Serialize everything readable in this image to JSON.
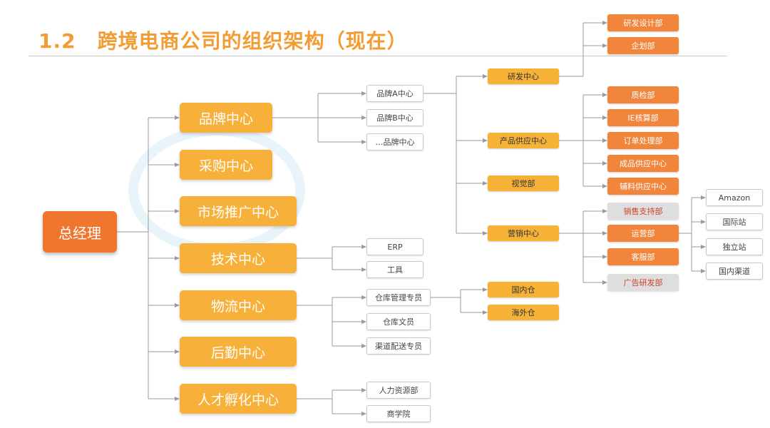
{
  "title": {
    "number": "1.2",
    "text": "跨境电商公司的组织架构（现在）"
  },
  "root": "总经理",
  "centers": {
    "brand": "品牌中心",
    "purchase": "采购中心",
    "marketing": "市场推广中心",
    "tech": "技术中心",
    "logistics": "物流中心",
    "admin": "后勤中心",
    "talent": "人才孵化中心"
  },
  "brand_items": [
    "品牌A中心",
    "品牌B中心",
    "…品牌中心"
  ],
  "brand_a": {
    "rd": "研发中心",
    "supply": "产品供应中心",
    "visual": "视觉部",
    "sales": "营销中心"
  },
  "rd_items": [
    "研发设计部",
    "企划部"
  ],
  "supply_items": [
    "质检部",
    "IE核算部",
    "订单处理部",
    "成品供应中心",
    "辅料供应中心"
  ],
  "sales_items": [
    "销售支持部",
    "运营部",
    "客服部",
    "广告研发部"
  ],
  "channels": [
    "Amazon",
    "国际站",
    "独立站",
    "国内渠道"
  ],
  "tech_items": [
    "ERP",
    "工具"
  ],
  "logistics_items": [
    "仓库管理专员",
    "仓库文员",
    "渠道配送专员"
  ],
  "warehouses": [
    "国内仓",
    "海外仓"
  ],
  "talent_items": [
    "人力资源部",
    "商学院"
  ],
  "colors": {
    "title": "#f39c34",
    "root": "#f0752f",
    "center": "#f7b03a",
    "dept": "#f2853c",
    "line": "#9a9a9a"
  }
}
